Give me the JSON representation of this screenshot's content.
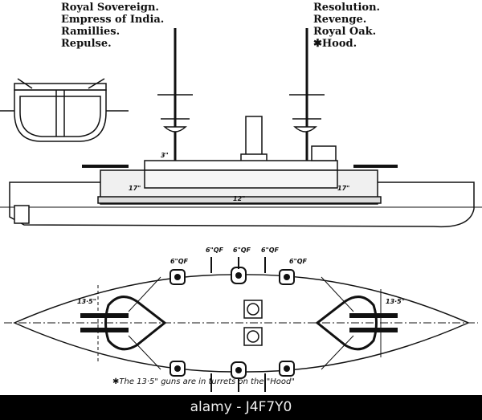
{
  "ships_left": [
    "Royal Sovereign.",
    "Empress of India.",
    "Ramillies.",
    "Repulse."
  ],
  "ships_right": [
    "Resolution.",
    "Revenge.",
    "Royal Oak.",
    "✱Hood."
  ],
  "side_view_labels": {
    "secondary": "3\"",
    "armor_fwd": "17\"",
    "armor_aft": "17\"",
    "belt": "12\""
  },
  "plan_view_labels": {
    "qf": "6\"QF",
    "main_gun": "13·5\""
  },
  "footnote": "✱The 13·5\" guns are in turrets on the \"Hood\"",
  "watermark": "alamy - J4F7Y0"
}
